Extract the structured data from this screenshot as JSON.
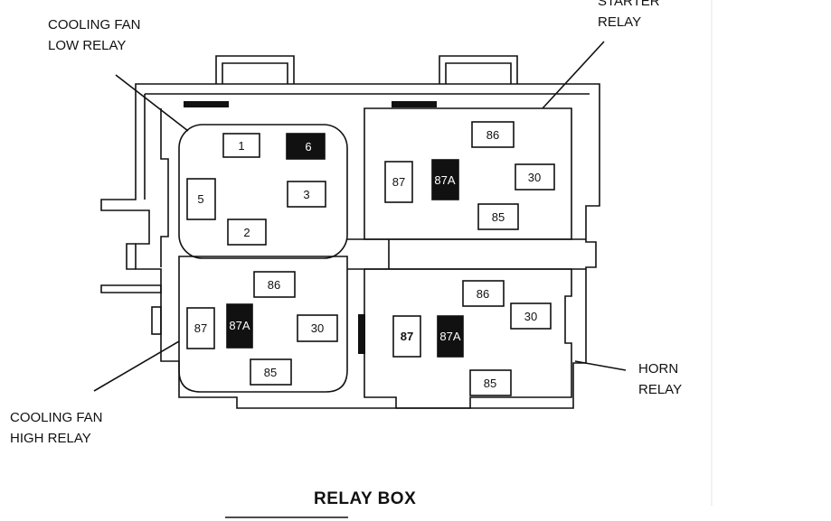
{
  "labels": {
    "cooling_fan_low": [
      "COOLING FAN",
      "LOW RELAY"
    ],
    "starter": [
      "STARTER",
      "RELAY"
    ],
    "horn": [
      "HORN",
      "RELAY"
    ],
    "cooling_fan_high": [
      "COOLING FAN",
      "HIGH RELAY"
    ]
  },
  "title": "RELAY BOX",
  "relays": {
    "cooling_fan_low": [
      "1",
      "6",
      "5",
      "3",
      "2"
    ],
    "starter": [
      "86",
      "87",
      "87A",
      "30",
      "85"
    ],
    "cooling_fan_high": [
      "86",
      "87",
      "87A",
      "30",
      "85"
    ],
    "horn": [
      "86",
      "30",
      "87",
      "87A",
      "85"
    ]
  },
  "colors": {
    "line": "#111111",
    "filled_pin": "#111111",
    "background": "#ffffff"
  }
}
